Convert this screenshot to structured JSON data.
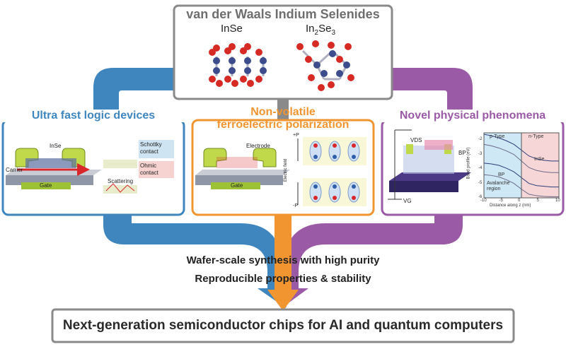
{
  "top": {
    "title": "van der Waals Indium Selenides",
    "label_inse": "InSe",
    "label_in2se3_main": "In",
    "label_in2se3_sub1": "2",
    "label_in2se3_mid": "Se",
    "label_in2se3_sub2": "3"
  },
  "left": {
    "title": "Ultra fast logic devices",
    "label_inse": "InSe",
    "label_carrier": "Carrier",
    "label_gate": "Gate",
    "label_scattering": "Scattering",
    "label_schottky": "Schottky contact",
    "label_ohmic": "Ohmic contact"
  },
  "middle": {
    "title_line1": "Non-volatile",
    "title_line2": "ferroelectric polarization",
    "label_electrode": "Electrode",
    "label_gate": "Gate",
    "label_plus_p": "+P",
    "label_minus_p": "-P",
    "label_efield": "Electric field"
  },
  "right": {
    "title": "Novel physical phenomena",
    "label_vds": "VDS",
    "label_vg": "VG",
    "label_bp": "BP",
    "chart_label_ptype": "p-Type",
    "chart_label_ntype": "n-Type",
    "chart_label_inse": "InSe",
    "chart_label_bp": "BP",
    "chart_label_avalanche": "Avalanche region"
  },
  "bottom": {
    "line1": "Wafer-scale synthesis with high purity",
    "line2": "Reproducible properties & stability",
    "banner": "Next-generation semiconductor chips for AI and quantum computers"
  },
  "colors": {
    "blue": "#3f86bf",
    "orange": "#f0952f",
    "purple": "#9a5aa6",
    "gray": "#777777"
  },
  "chart_data": {
    "type": "line",
    "xlabel": "Distance along z (nm)",
    "ylabel": "Band profile (eV)",
    "xlim": [
      -10,
      10
    ],
    "ylim": [
      -6,
      -1.5
    ],
    "xticks": [
      -10,
      -5,
      0,
      5,
      10
    ],
    "yticks": [
      -2,
      -3,
      -4,
      -5,
      -6
    ],
    "series": [
      {
        "x": [
          -10,
          -8,
          -6,
          -4,
          -2,
          0,
          2,
          4,
          6,
          8,
          10
        ],
        "y": [
          -1.6,
          -1.7,
          -1.85,
          -2.05,
          -2.3,
          -2.7,
          -3.1,
          -3.3,
          -3.4,
          -3.45,
          -3.45
        ]
      },
      {
        "x": [
          -10,
          -8,
          -6,
          -4,
          -2,
          0,
          2,
          4,
          6,
          8,
          10
        ],
        "y": [
          -2.3,
          -2.4,
          -2.55,
          -2.75,
          -3.0,
          -3.45,
          -3.9,
          -4.1,
          -4.2,
          -4.25,
          -4.25
        ]
      },
      {
        "x": [
          -10,
          -8,
          -6,
          -4,
          -2,
          0,
          2,
          4,
          6,
          8,
          10
        ],
        "y": [
          -3.6,
          -3.65,
          -3.75,
          -3.95,
          -4.2,
          -4.6,
          -5.0,
          -5.15,
          -5.2,
          -5.25,
          -5.25
        ]
      },
      {
        "x": [
          -10,
          -8,
          -6,
          -4,
          -2,
          0,
          2,
          4,
          6,
          8,
          10
        ],
        "y": [
          -4.4,
          -4.45,
          -4.55,
          -4.75,
          -5.0,
          -5.4,
          -5.75,
          -5.85,
          -5.9,
          -5.92,
          -5.92
        ]
      }
    ]
  }
}
